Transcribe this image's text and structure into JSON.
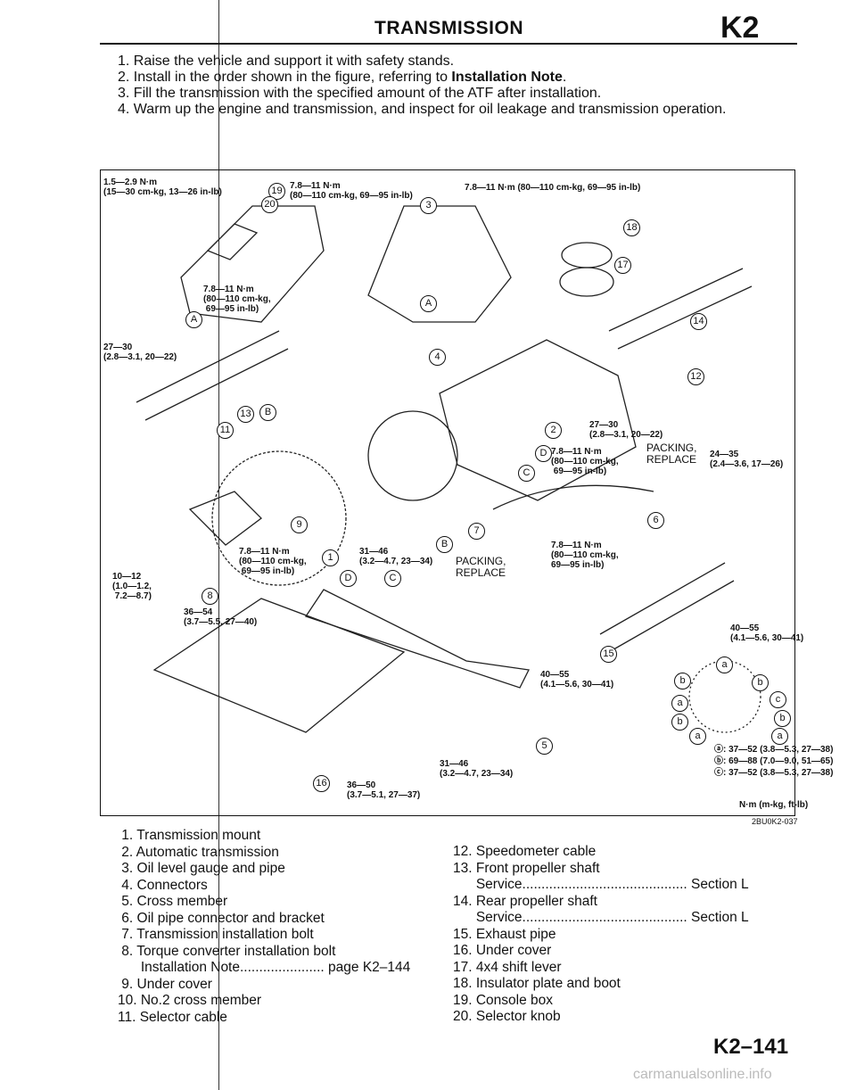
{
  "header": {
    "title": "TRANSMISSION",
    "code": "K2"
  },
  "steps": [
    "1. Raise the vehicle and support it with safety stands.",
    "2. Install in the order shown in the figure, referring to ",
    "3. Fill the transmission with the specified amount of the ATF after installation.",
    "4. Warm up the engine and transmission, and inspect for oil leakage and transmission operation."
  ],
  "step2_bold": "Installation Note",
  "step2_end": ".",
  "figure": {
    "id": "2BU0K2-037",
    "units": "N·m (m-kg, ft-lb)",
    "torques": {
      "t_knob": "1.5—2.9 N·m\n(15—30 cm-kg, 13—26 in-lb)",
      "t_console": "7.8—11 N·m\n(80—110 cm-kg, 69—95 in-lb)",
      "t_top": "7.8—11 N·m (80—110 cm-kg, 69—95 in-lb)",
      "t_lever": "7.8—11 N·m\n(80—110 cm-kg,\n 69—95 in-lb)",
      "t_shaft13": "27—30\n(2.8—3.1, 20—22)",
      "t_shaft12": "27—30\n(2.8—3.1, 20—22)",
      "t_d": "7.8—11 N·m\n(80—110 cm-kg,\n 69—95 in-lb)",
      "t_pipe": "24—35\n(2.4—3.6, 17—26)",
      "t_bracket": "7.8—11 N·m\n(80—110 cm-kg,\n69—95 in-lb)",
      "t_cover9": "7.8—11 N·m\n(80—110 cm-kg,\n 69—95 in-lb)",
      "t_mount": "31—46\n(3.2—4.7, 23—34)",
      "t_starter": "10—12\n(1.0—1.2,\n 7.2—8.7)",
      "t_bolt8": "36—54\n(3.7—5.5, 27—40)",
      "t_exhaust": "40—55\n(4.1—5.6, 30—41)",
      "t_nut": "40—55\n(4.1—5.6, 30—41)",
      "t_cross": "31—46\n(3.2—4.7, 23—34)",
      "t_cover16": "36—50\n(3.7—5.1, 27—37)"
    },
    "packing_1": "PACKING,\nREPLACE",
    "packing_2": "PACKING,\nREPLACE",
    "bolt_legend": [
      "ⓐ: 37—52 (3.8—5.3, 27—38)",
      "ⓑ: 69—88 (7.0—9.0, 51—65)",
      "ⓒ: 37—52 (3.8—5.3, 27—38)"
    ],
    "callouts": {
      "n1": "1",
      "n2": "2",
      "n3": "3",
      "n4": "4",
      "n5": "5",
      "n6": "6",
      "n7": "7",
      "n8": "8",
      "n9": "9",
      "n11": "11",
      "n12": "12",
      "n13": "13",
      "n14": "14",
      "n15": "15",
      "n16": "16",
      "n17": "17",
      "n18": "18",
      "n19": "19",
      "n20": "20",
      "A": "A",
      "B": "B",
      "C": "C",
      "D": "D",
      "a": "a",
      "b": "b",
      "c": "c"
    }
  },
  "parts_left": [
    " 1. Transmission mount",
    " 2. Automatic transmission",
    " 3. Oil level gauge and pipe",
    " 4. Connectors",
    " 5. Cross member",
    " 6. Oil pipe connector and bracket",
    " 7. Transmission installation bolt",
    " 8. Torque converter installation bolt",
    "      Installation Note...................... page K2–144",
    " 9. Under cover",
    "10. No.2 cross member",
    "11. Selector cable"
  ],
  "parts_right": [
    "12. Speedometer cable",
    "13. Front propeller shaft",
    "      Service........................................... Section L",
    "14. Rear propeller shaft",
    "      Service........................................... Section L",
    "15. Exhaust pipe",
    "16. Under cover",
    "17. 4x4 shift lever",
    "18. Insulator plate and boot",
    "19. Console box",
    "20. Selector knob"
  ],
  "footer": {
    "page": "K2–141",
    "watermark": "carmanualsonline.info"
  }
}
